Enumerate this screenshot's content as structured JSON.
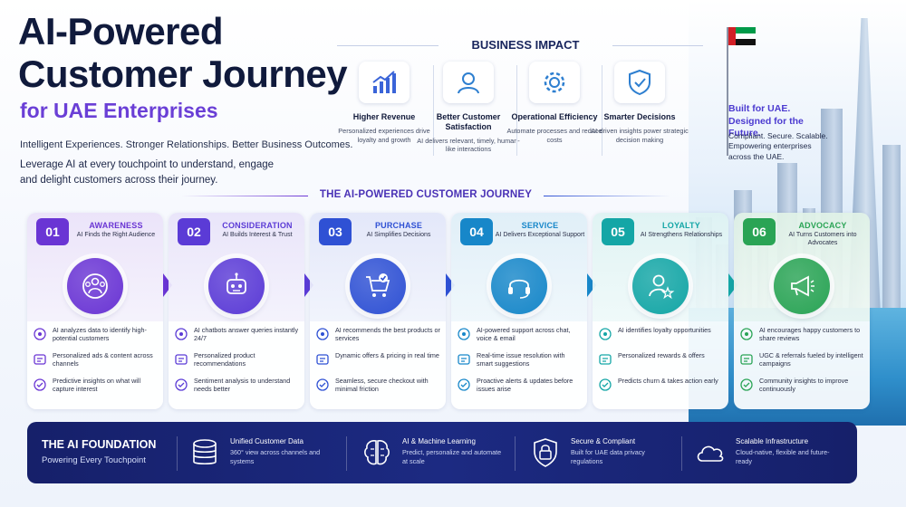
{
  "header": {
    "title_line1": "AI-Powered",
    "title_line2": "Customer Journey",
    "subtitle": "for UAE Enterprises",
    "tagline": "Intelligent Experiences. Stronger Relationships. Better Business Outcomes.",
    "intro": "Leverage AI at every touchpoint to understand, engage and delight customers across their journey."
  },
  "business_impact": {
    "title": "BUSINESS IMPACT",
    "items": [
      {
        "icon": "growth-chart-icon",
        "title": "Higher Revenue",
        "desc": "Personalized experiences drive loyalty and growth"
      },
      {
        "icon": "customer-icon",
        "title": "Better Customer Satisfaction",
        "desc": "AI delivers relevant, timely, human-like interactions"
      },
      {
        "icon": "gear-icon",
        "title": "Operational Efficiency",
        "desc": "Automate processes and reduce costs"
      },
      {
        "icon": "shield-check-icon",
        "title": "Smarter Decisions",
        "desc": "AI-driven insights power strategic decision making"
      }
    ]
  },
  "uae": {
    "headline": "Built for UAE. Designed for the Future.",
    "body": "Compliant. Secure. Scalable. Empowering enterprises across the UAE."
  },
  "journey": {
    "title": "THE AI-POWERED CUSTOMER JOURNEY",
    "stages": [
      {
        "num": "01",
        "name": "AWARENESS",
        "tag": "AI Finds the Right Audience",
        "color": "#6a35d4",
        "icon": "audience-target-icon",
        "bullets": [
          "AI analyzes data to identify high-potential customers",
          "Personalized ads & content across channels",
          "Predictive insights on what will capture interest"
        ]
      },
      {
        "num": "02",
        "name": "CONSIDERATION",
        "tag": "AI Builds Interest & Trust",
        "color": "#5b3bd6",
        "icon": "robot-icon",
        "bullets": [
          "AI chatbots answer queries instantly 24/7",
          "Personalized product recommendations",
          "Sentiment analysis to understand needs better"
        ]
      },
      {
        "num": "03",
        "name": "PURCHASE",
        "tag": "AI Simplifies Decisions",
        "color": "#2f51d4",
        "icon": "cart-check-icon",
        "bullets": [
          "AI recommends the best products or services",
          "Dynamic offers & pricing in real time",
          "Seamless, secure checkout with minimal friction"
        ]
      },
      {
        "num": "04",
        "name": "SERVICE",
        "tag": "AI Delivers Exceptional Support",
        "color": "#1787c9",
        "icon": "headset-icon",
        "bullets": [
          "AI-powered support across chat, voice & email",
          "Real-time issue resolution with smart suggestions",
          "Proactive alerts & updates before issues arise"
        ]
      },
      {
        "num": "05",
        "name": "LOYALTY",
        "tag": "AI Strengthens Relationships",
        "color": "#14a6a6",
        "icon": "user-star-icon",
        "bullets": [
          "AI identifies loyalty opportunities",
          "Personalized rewards & offers",
          "Predicts churn & takes action early"
        ]
      },
      {
        "num": "06",
        "name": "ADVOCACY",
        "tag": "AI Turns Customers into Advocates",
        "color": "#2aa455",
        "icon": "megaphone-icon",
        "bullets": [
          "AI encourages happy customers to share reviews",
          "UGC & referrals fueled by intelligent campaigns",
          "Community insights to improve continuously"
        ]
      }
    ]
  },
  "foundation": {
    "title": "THE AI FOUNDATION",
    "subtitle": "Powering Every Touchpoint",
    "items": [
      {
        "icon": "database-icon",
        "title": "Unified Customer Data",
        "desc": "360° view across channels and systems"
      },
      {
        "icon": "brain-icon",
        "title": "AI & Machine Learning",
        "desc": "Predict, personalize and automate at scale"
      },
      {
        "icon": "lock-icon",
        "title": "Secure & Compliant",
        "desc": "Built for UAE data privacy regulations"
      },
      {
        "icon": "cloud-icon",
        "title": "Scalable Infrastructure",
        "desc": "Cloud-native, flexible and future-ready"
      }
    ]
  }
}
